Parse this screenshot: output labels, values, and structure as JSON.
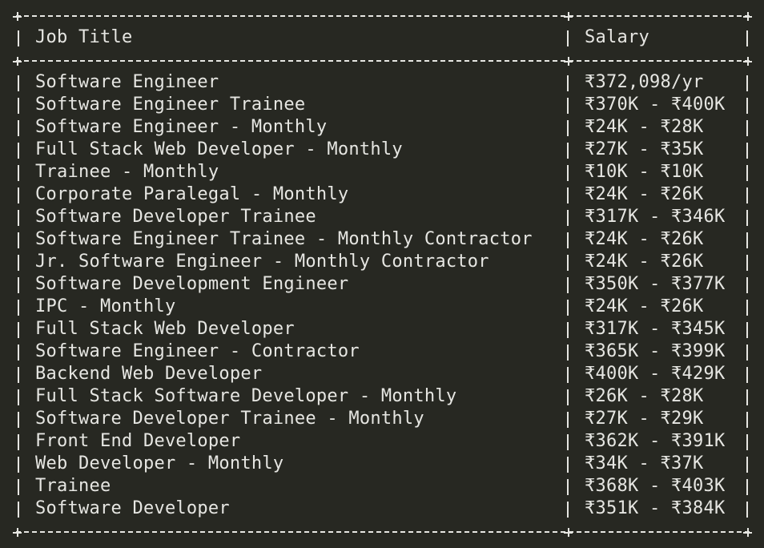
{
  "table": {
    "headers": {
      "job_title": "Job Title",
      "salary": "Salary"
    },
    "rows": [
      {
        "job_title": "Software Engineer",
        "salary": "₹372,098/yr"
      },
      {
        "job_title": "Software Engineer Trainee",
        "salary": "₹370K - ₹400K"
      },
      {
        "job_title": "Software Engineer - Monthly",
        "salary": "₹24K - ₹28K"
      },
      {
        "job_title": "Full Stack Web Developer - Monthly",
        "salary": "₹27K - ₹35K"
      },
      {
        "job_title": "Trainee - Monthly",
        "salary": "₹10K - ₹10K"
      },
      {
        "job_title": "Corporate Paralegal - Monthly",
        "salary": "₹24K - ₹26K"
      },
      {
        "job_title": "Software Developer Trainee",
        "salary": "₹317K - ₹346K"
      },
      {
        "job_title": "Software Engineer Trainee - Monthly Contractor",
        "salary": "₹24K - ₹26K"
      },
      {
        "job_title": "Jr. Software Engineer - Monthly Contractor",
        "salary": "₹24K - ₹26K"
      },
      {
        "job_title": "Software Development Engineer",
        "salary": "₹350K - ₹377K"
      },
      {
        "job_title": "IPC - Monthly",
        "salary": "₹24K - ₹26K"
      },
      {
        "job_title": "Full Stack Web Developer",
        "salary": "₹317K - ₹345K"
      },
      {
        "job_title": "Software Engineer - Contractor",
        "salary": "₹365K - ₹399K"
      },
      {
        "job_title": "Backend Web Developer",
        "salary": "₹400K - ₹429K"
      },
      {
        "job_title": "Full Stack Software Developer - Monthly",
        "salary": "₹26K - ₹28K"
      },
      {
        "job_title": "Software Developer Trainee - Monthly",
        "salary": "₹27K - ₹29K"
      },
      {
        "job_title": "Front End Developer",
        "salary": "₹362K - ₹391K"
      },
      {
        "job_title": "Web Developer - Monthly",
        "salary": "₹34K - ₹37K"
      },
      {
        "job_title": "Trainee",
        "salary": "₹368K - ₹403K"
      },
      {
        "job_title": "Software Developer",
        "salary": "₹351K - ₹384K"
      }
    ]
  },
  "colors": {
    "background": "#272822",
    "foreground": "#e6e6e2"
  }
}
